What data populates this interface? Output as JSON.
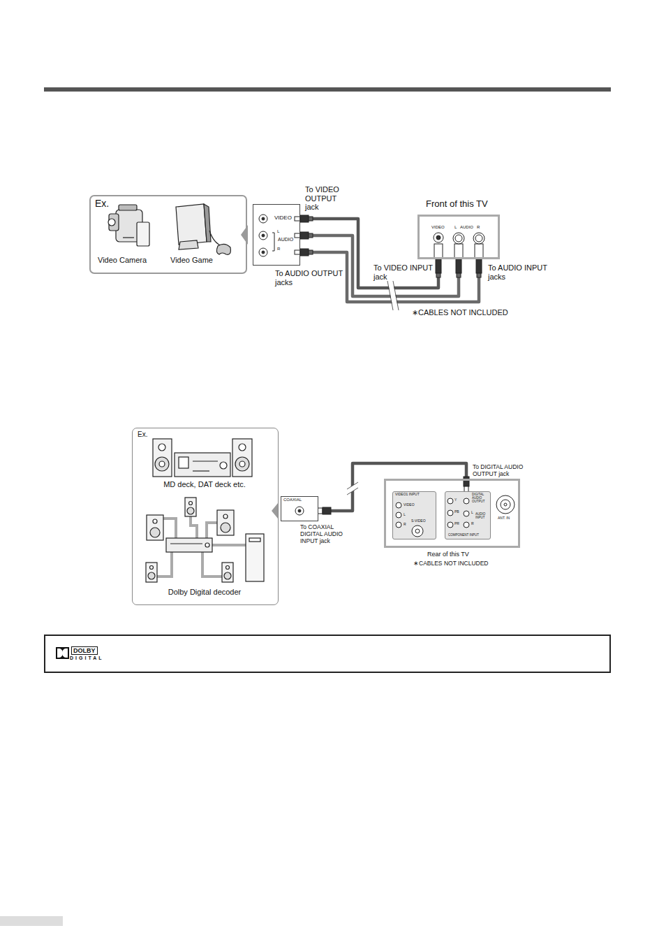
{
  "diagram": {
    "nodes": [
      {
        "text": [
          "Ex.",
          "Video Camera",
          "Video Game"
        ]
      },
      {
        "text": [
          "VIDEO",
          "L",
          "AUDIO",
          "R"
        ]
      },
      {
        "text": [
          "Front of this TV",
          "VIDEO",
          "L",
          "AUDIO",
          "R"
        ]
      },
      {
        "text": [
          "Ex.",
          "MD deck, DAT deck etc.",
          "Dolby Digital decoder"
        ]
      },
      {
        "text": [
          "COAXIAL"
        ]
      },
      {
        "text": [
          "Rear of this TV"
        ]
      },
      {
        "text": [
          "VIDEO1 INPUT",
          "VIDEO",
          "L",
          "R",
          "S-VIDEO"
        ],
        "in": 5
      },
      {
        "text": [
          "Y",
          "PB",
          "PR",
          "DIGITAL AUDIO OUTPUT",
          "L",
          "R",
          "AUDIO INPUT",
          "COMPONENT INPUT"
        ],
        "in": 5
      },
      {
        "text": [
          "ANT. IN"
        ],
        "in": 5
      },
      {
        "text": [
          "DOLBY",
          "DIGITAL"
        ]
      }
    ],
    "edges": [
      {
        "from": 1,
        "to": 2,
        "arrow": "none"
      },
      {
        "from": 1,
        "to": 2,
        "arrow": "none"
      },
      {
        "from": 1,
        "to": 2,
        "arrow": "none"
      },
      {
        "from": 4,
        "to": 7,
        "arrow": "none"
      }
    ],
    "labels": [
      "To VIDEO OUTPUT jack",
      "To AUDIO OUTPUT jacks",
      "To VIDEO INPUT jack",
      "To AUDIO INPUT jacks",
      "∗CABLES NOT INCLUDED",
      "To DIGITAL AUDIO OUTPUT jack",
      "To COAXIAL DIGITAL AUDIO INPUT jack",
      "∗CABLES NOT INCLUDED"
    ]
  }
}
